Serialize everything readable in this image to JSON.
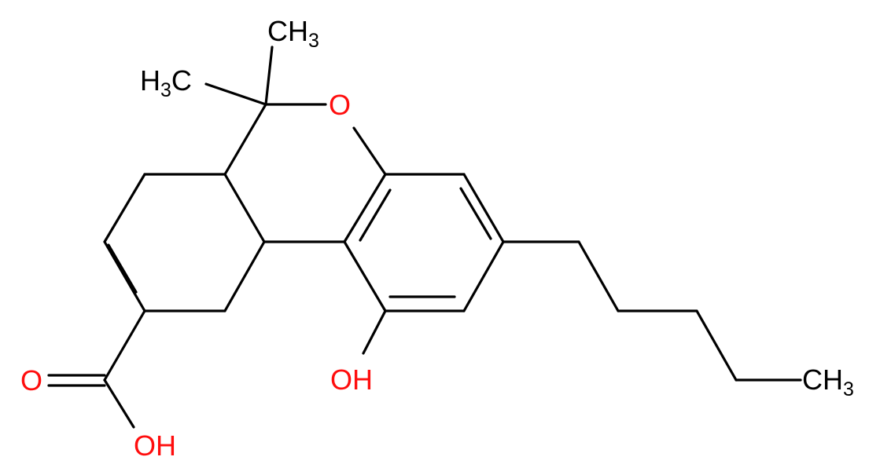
{
  "molecule": {
    "atoms": {
      "methyl_top": "CH",
      "methyl_left": "H",
      "ring_oxygen": "O",
      "hydroxyl": "OH",
      "pentyl_terminal_methyl": "CH",
      "carbonyl_oxygen": "O",
      "acid_hydroxyl": "OH"
    },
    "subscripts": {
      "methyl_top": "3",
      "methyl_left": "3",
      "pentyl_terminal_methyl": "3"
    },
    "methyl_left_tail": "C",
    "colors": {
      "bond": "#000000",
      "carbon_label": "#000000",
      "oxygen_label": "#ff0d0d"
    }
  }
}
